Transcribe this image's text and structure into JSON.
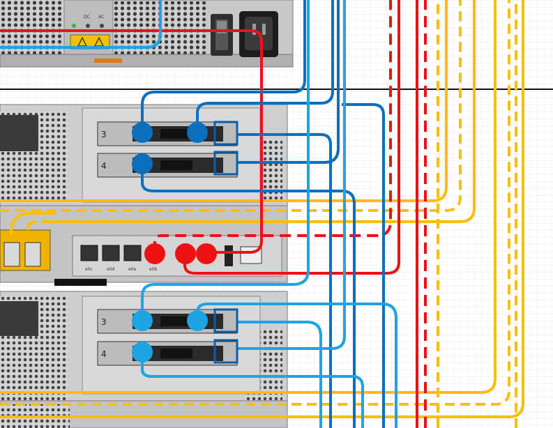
{
  "colors": {
    "grid": "#e6ebf2",
    "grid_major": "#d2dae6",
    "chassis": "#d8d8d8",
    "chassis_dark": "#9a9a9a",
    "vent": "#3a3a3a",
    "cable_red": "#ee1111",
    "cable_dark_blue": "#0b6fc0",
    "cable_light_blue": "#1fa3e2",
    "cable_yellow": "#fbbf0a",
    "port_box_blue": "#0b5fa8"
  },
  "psu": {
    "led_labels": [
      "DC",
      "AC"
    ]
  },
  "controller_a": {
    "slots": [
      {
        "number": "3"
      },
      {
        "number": "4"
      }
    ]
  },
  "controller_b": {
    "slots": [
      {
        "number": "3"
      },
      {
        "number": "4"
      }
    ]
  },
  "onboard_ports": {
    "labels": [
      "e0c",
      "e0d",
      "e0a",
      "e0b"
    ]
  },
  "icons": [
    "warning-icon",
    "power-switch-icon",
    "power-inlet-icon",
    "usb-port-icon",
    "network-icon"
  ]
}
